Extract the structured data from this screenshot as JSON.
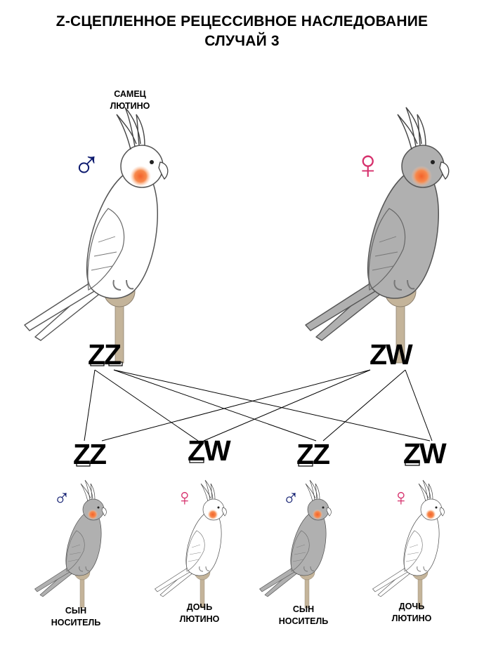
{
  "title": {
    "line1": "Z-СЦЕПЛЕННОЕ РЕЦЕССИВНОЕ НАСЛЕДОВАНИЕ",
    "line2": "СЛУЧАЙ 3"
  },
  "parents": {
    "father": {
      "label_line1": "САМЕЦ",
      "label_line2": "ЛЮТИНО",
      "genotype": "ZZ",
      "sex_symbol": "♂",
      "plumage": "lutino"
    },
    "mother": {
      "genotype": "ZW",
      "sex_symbol": "♀",
      "plumage": "grey"
    }
  },
  "offspring": [
    {
      "genotype": "ZZ",
      "sex_symbol": "♂",
      "label_line1": "СЫН",
      "label_line2": "НОСИТЕЛЬ",
      "plumage": "grey"
    },
    {
      "genotype": "ZW",
      "sex_symbol": "♀",
      "label_line1": "ДОЧЬ",
      "label_line2": "ЛЮТИНО",
      "plumage": "lutino"
    },
    {
      "genotype": "ZZ",
      "sex_symbol": "♂",
      "label_line1": "СЫН",
      "label_line2": "НОСИТЕЛЬ",
      "plumage": "grey"
    },
    {
      "genotype": "ZW",
      "sex_symbol": "♀",
      "label_line1": "ДОЧЬ",
      "label_line2": "ЛЮТИНО",
      "plumage": "lutino"
    }
  ],
  "colors": {
    "male_symbol": "#0d1a6e",
    "female_symbol": "#d6306c",
    "cheek": "#f57a3c",
    "grey_bird": "#b0b0b0",
    "lutino_bird": "#ffffff",
    "perch": "#c4b49a"
  },
  "icons": [
    "male-sign-icon",
    "female-sign-icon",
    "cockatiel-icon",
    "perch-icon"
  ]
}
